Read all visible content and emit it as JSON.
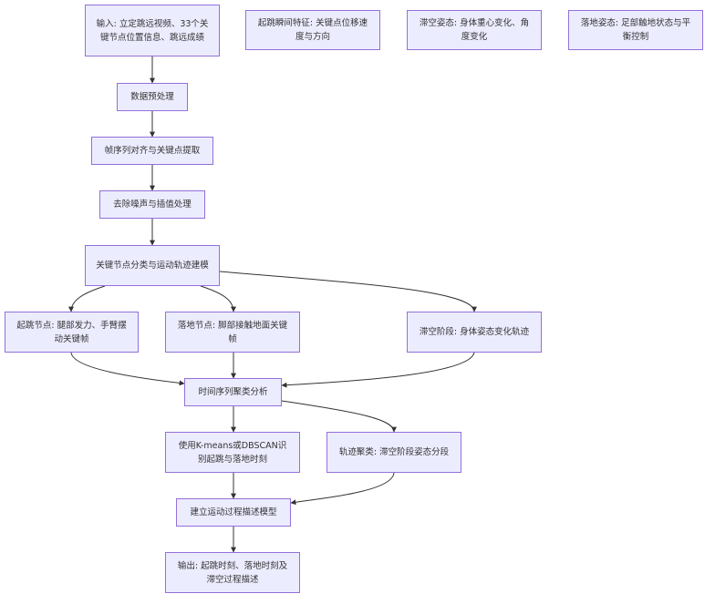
{
  "colors": {
    "node_fill": "#ececff",
    "node_stroke": "#9370db",
    "edge": "#333333",
    "text": "#333333"
  },
  "nodes": {
    "input": "输入: 立定跳远视频、33个关键节点位置信息、跳远成绩",
    "preprocess": "数据预处理",
    "align": "帧序列对齐与关键点提取",
    "denoise": "去除噪声与插值处理",
    "classify": "关键节点分类与运动轨迹建模",
    "takeoff_node": "起跳节点: 腿部发力、手臂摆动关键帧",
    "landing_node": "落地节点: 脚部接触地面关键帧",
    "flight_stage": "滞空阶段: 身体姿态变化轨迹",
    "cluster": "时间序列聚类分析",
    "kmeans": "使用K-means或DBSCAN识别起跳与落地时刻",
    "traj_cluster": "轨迹聚类: 滞空阶段姿态分段",
    "model": "建立运动过程描述模型",
    "output": "输出: 起跳时刻、落地时刻及滞空过程描述",
    "takeoff_feature": "起跳瞬间特征: 关键点位移速度与方向",
    "flight_pose": "滞空姿态: 身体重心变化、角度变化",
    "landing_pose": "落地姿态: 足部触地状态与平衡控制"
  }
}
